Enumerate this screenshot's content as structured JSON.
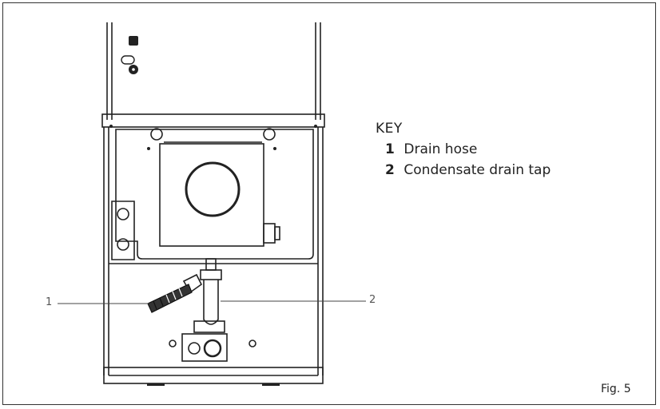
{
  "key": {
    "title": "KEY",
    "items": [
      {
        "number": "1",
        "label": "Drain hose"
      },
      {
        "number": "2",
        "label": "Condensate drain tap"
      }
    ]
  },
  "callouts": {
    "one": "1",
    "two": "2"
  },
  "figure_label": "Fig. 5"
}
